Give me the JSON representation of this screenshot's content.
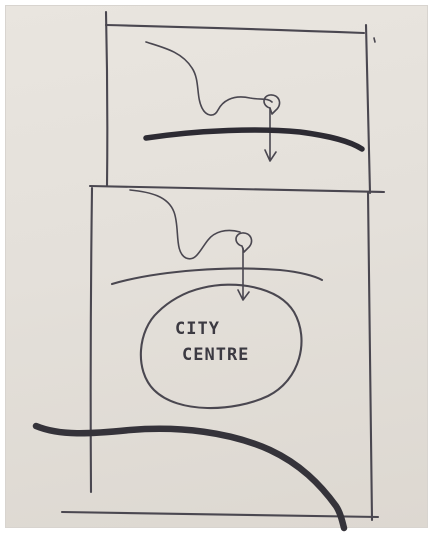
{
  "diagram": {
    "panels": [
      {
        "id": "top",
        "elements": [
          "meandering-path",
          "map-pin",
          "down-arrow",
          "thick-ground-line"
        ]
      },
      {
        "id": "bottom",
        "elements": [
          "meandering-path",
          "map-pin",
          "down-arrow",
          "horizon-arc",
          "city-ellipse",
          "thick-road-curve"
        ]
      }
    ],
    "city_label_line1": "CITY",
    "city_label_line2": "CENTRE"
  },
  "colors": {
    "paper": "#e6e2dc",
    "ink": "#4a4750",
    "heavy_ink": "#2d2b33"
  }
}
